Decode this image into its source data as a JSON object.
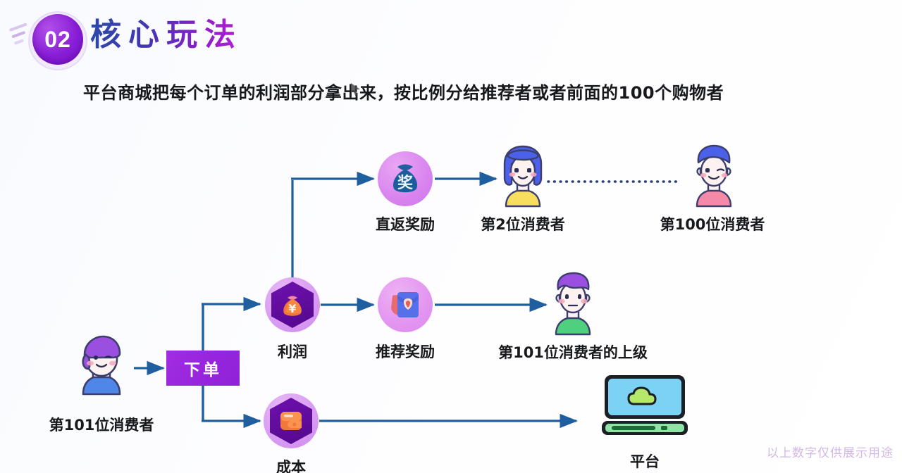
{
  "slide": {
    "section_number": "02",
    "title": "核心玩法",
    "subtitle": "平台商城把每个订单的利润部分拿出来，按比例分给推荐者或者前面的100个购物者",
    "watermark": "以上数字仅供展示用途",
    "background_color": "#fbfcfe",
    "accent_purple": "#8a1fd8",
    "accent_magenta": "#b81fd2",
    "connector_blue": "#1f5fa0",
    "title_gradient_from": "#2b4aa8",
    "title_gradient_to": "#b81fd2"
  },
  "diagram": {
    "nodes": {
      "consumer_101": {
        "label": "第101位消费者",
        "icon": "girl-with-cap-avatar-icon"
      },
      "order": {
        "label": "下单",
        "icon": "order-box"
      },
      "profit": {
        "label": "利润",
        "icon": "money-bag-hexagon-icon"
      },
      "cost": {
        "label": "成本",
        "icon": "wallet-hexagon-icon"
      },
      "direct_reward": {
        "label": "直返奖励",
        "icon": "reward-bag-icon",
        "bag_text": "奖"
      },
      "referral_reward": {
        "label": "推荐奖励",
        "icon": "red-envelope-icon"
      },
      "consumer_2": {
        "label": "第2位消费者",
        "icon": "blue-hair-woman-avatar-icon"
      },
      "consumer_100": {
        "label": "第100位消费者",
        "icon": "blue-hair-person-avatar-icon"
      },
      "upline": {
        "label": "第101位消费者的上级",
        "icon": "purple-hair-man-avatar-icon"
      },
      "platform": {
        "label": "平台",
        "icon": "laptop-cloud-icon"
      }
    },
    "flows": [
      {
        "from": "consumer_101",
        "to": "order",
        "style": "solid-arrow"
      },
      {
        "from": "order",
        "to": "profit",
        "style": "elbow-arrow"
      },
      {
        "from": "order",
        "to": "cost",
        "style": "elbow-arrow"
      },
      {
        "from": "profit",
        "to": "direct_reward",
        "style": "elbow-arrow"
      },
      {
        "from": "profit",
        "to": "referral_reward",
        "style": "solid-arrow"
      },
      {
        "from": "direct_reward",
        "to": "consumer_2",
        "style": "solid-arrow"
      },
      {
        "from": "consumer_2",
        "to": "consumer_100",
        "style": "dotted"
      },
      {
        "from": "referral_reward",
        "to": "upline",
        "style": "solid-arrow"
      },
      {
        "from": "cost",
        "to": "platform",
        "style": "solid-arrow"
      }
    ]
  }
}
